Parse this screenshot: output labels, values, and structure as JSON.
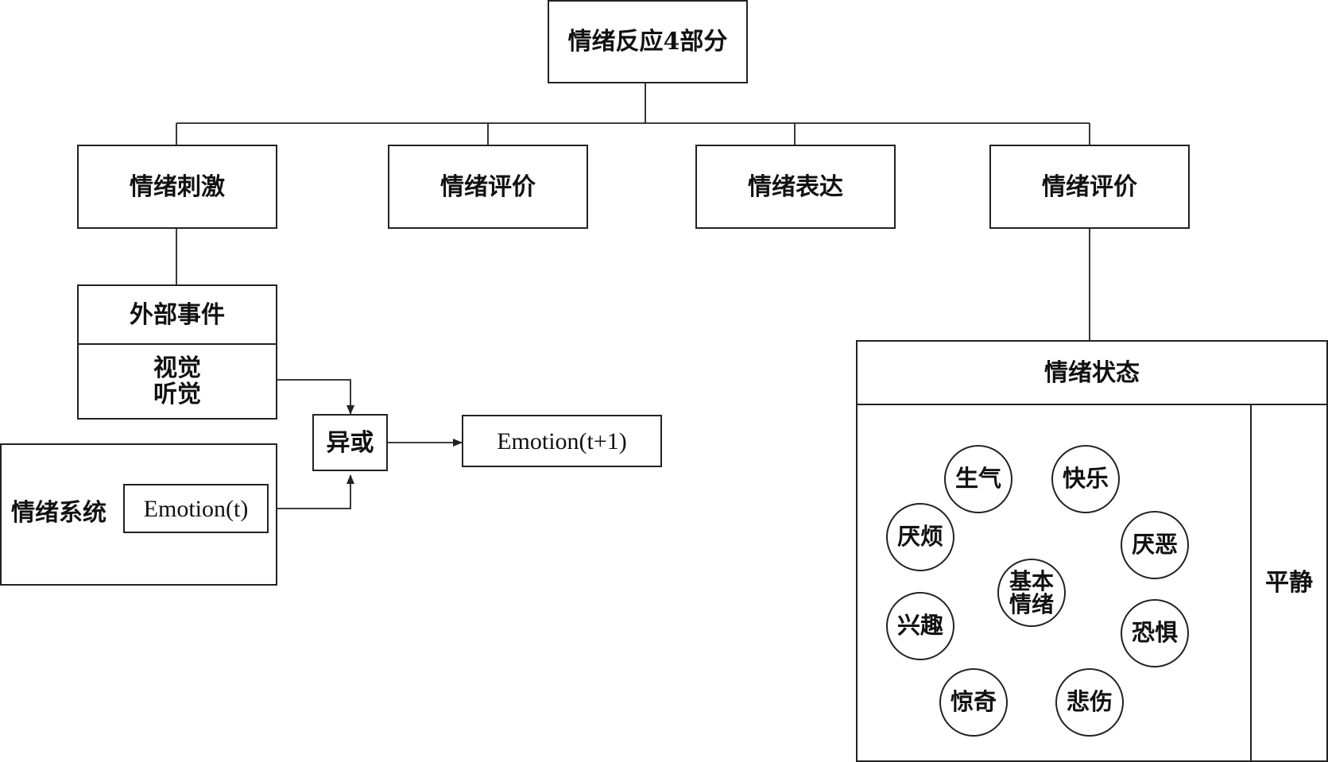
{
  "root": {
    "label": "情绪反应4部分"
  },
  "level1": [
    {
      "label": "情绪刺激"
    },
    {
      "label": "情绪评价"
    },
    {
      "label": "情绪表达"
    },
    {
      "label": "情绪评价"
    }
  ],
  "external_event": {
    "title": "外部事件",
    "senses": [
      "视觉",
      "听觉"
    ]
  },
  "emotion_system": {
    "label": "情绪系统",
    "current": "Emotion(t)"
  },
  "xor": {
    "label": "异或"
  },
  "next_emotion": {
    "label": "Emotion(t+1)"
  },
  "emotion_state": {
    "title": "情绪状态",
    "basic": [
      "基本",
      "情绪"
    ],
    "calm": "平静",
    "emotions": {
      "anger": "生气",
      "joy": "快乐",
      "annoyance": "厌烦",
      "disgust": "厌恶",
      "interest": "兴趣",
      "fear": "恐惧",
      "surprise": "惊奇",
      "sadness": "悲伤"
    }
  }
}
